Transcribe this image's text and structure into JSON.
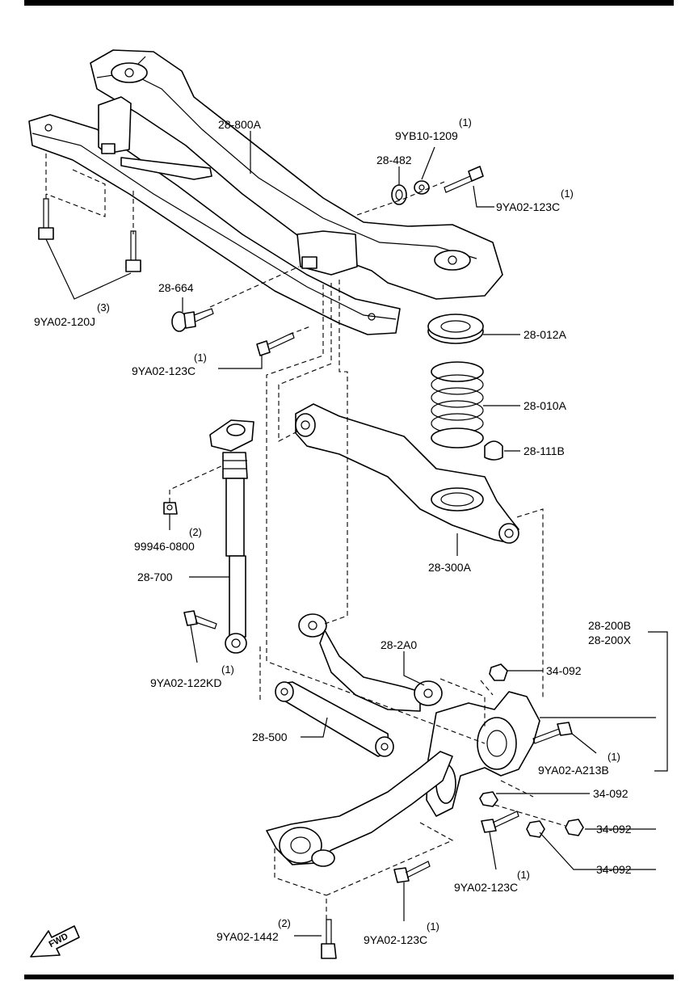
{
  "callouts": {
    "crossmember": {
      "part": "28-800A"
    },
    "nut_top": {
      "part": "9YB10-1209",
      "qty": "(1)"
    },
    "washer": {
      "part": "28-482"
    },
    "bolt_top_right": {
      "part": "9YA02-123C",
      "qty": "(1)"
    },
    "bolt_left_pair": {
      "part": "9YA02-120J",
      "qty": "(3)"
    },
    "adjust_bolt": {
      "part": "28-664"
    },
    "bolt_mid": {
      "part": "9YA02-123C",
      "qty": "(1)"
    },
    "spring_seat": {
      "part": "28-012A"
    },
    "coil_spring": {
      "part": "28-010A"
    },
    "bump_stop": {
      "part": "28-111B"
    },
    "lower_arm": {
      "part": "28-300A"
    },
    "shock_nut": {
      "part": "99946-0800",
      "qty": "(2)"
    },
    "shock_absorber": {
      "part": "28-700"
    },
    "shock_bolt": {
      "part": "9YA02-122KD",
      "qty": "(1)"
    },
    "upper_arm": {
      "part": "28-2A0"
    },
    "knuckle": {
      "part_a": "28-200B",
      "part_b": "28-200X"
    },
    "nut_34092_a": {
      "part": "34-092"
    },
    "knuckle_bolt": {
      "part": "9YA02-A213B",
      "qty": "(1)"
    },
    "nut_34092_b": {
      "part": "34-092"
    },
    "nut_34092_c": {
      "part": "34-092"
    },
    "nut_34092_d": {
      "part": "34-092"
    },
    "lateral_link": {
      "part": "28-500"
    },
    "bolt_lower_right": {
      "part": "9YA02-123C",
      "qty": "(1)"
    },
    "bolt_bottom_mid": {
      "part": "9YA02-123C",
      "qty": "(1)"
    },
    "bolt_bottom_left": {
      "part": "9YA02-1442",
      "qty": "(2)"
    }
  },
  "fwd_label": "FWD"
}
